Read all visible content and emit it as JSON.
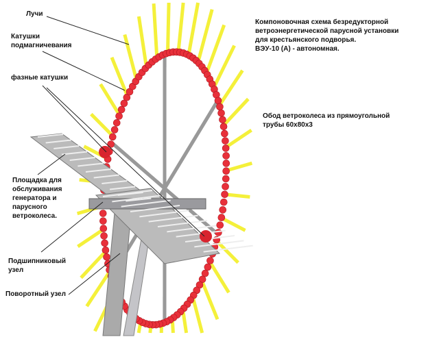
{
  "title": "Компоновочная схема безредукторной\nветроэнергетической парусной установки\nдля крестьянского подворья.\nВЭУ-10 (А) - автономная.",
  "labels": {
    "rays": "Лучи",
    "bias_coils": "Катушки\nподмагничевания",
    "phase_coils": "фазные катушки",
    "platform": "Площадка для\nобслуживания\nгенератора и\nпарусного\nветроколеса.",
    "bearing": "Подшипниковый\nузел",
    "swivel": "Поворотный узел",
    "rim": "Обод ветроколеса из прямоугольной\nтрубы 60х80х3"
  },
  "colors": {
    "ray": "#f4f03a",
    "coil": "#e8303a",
    "frame": "#b8b8bc"
  }
}
